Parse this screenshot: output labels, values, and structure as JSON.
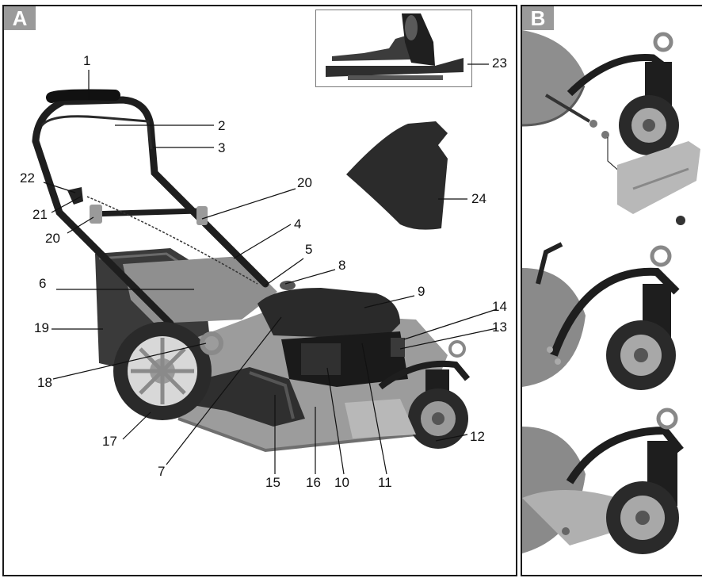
{
  "panels": {
    "a": {
      "label": "A"
    },
    "b": {
      "label": "B"
    }
  },
  "callouts": [
    {
      "id": "1",
      "text": "1"
    },
    {
      "id": "2",
      "text": "2"
    },
    {
      "id": "3",
      "text": "3"
    },
    {
      "id": "4",
      "text": "4"
    },
    {
      "id": "5",
      "text": "5"
    },
    {
      "id": "6",
      "text": "6"
    },
    {
      "id": "7",
      "text": "7"
    },
    {
      "id": "8",
      "text": "8"
    },
    {
      "id": "9",
      "text": "9"
    },
    {
      "id": "10",
      "text": "10"
    },
    {
      "id": "11",
      "text": "11"
    },
    {
      "id": "12",
      "text": "12"
    },
    {
      "id": "13",
      "text": "13"
    },
    {
      "id": "14",
      "text": "14"
    },
    {
      "id": "15",
      "text": "15"
    },
    {
      "id": "16",
      "text": "16"
    },
    {
      "id": "17",
      "text": "17"
    },
    {
      "id": "18",
      "text": "18"
    },
    {
      "id": "19",
      "text": "19"
    },
    {
      "id": "20a",
      "text": "20"
    },
    {
      "id": "20b",
      "text": "20"
    },
    {
      "id": "21",
      "text": "21"
    },
    {
      "id": "22",
      "text": "22"
    },
    {
      "id": "23",
      "text": "23"
    },
    {
      "id": "24",
      "text": "24"
    }
  ]
}
